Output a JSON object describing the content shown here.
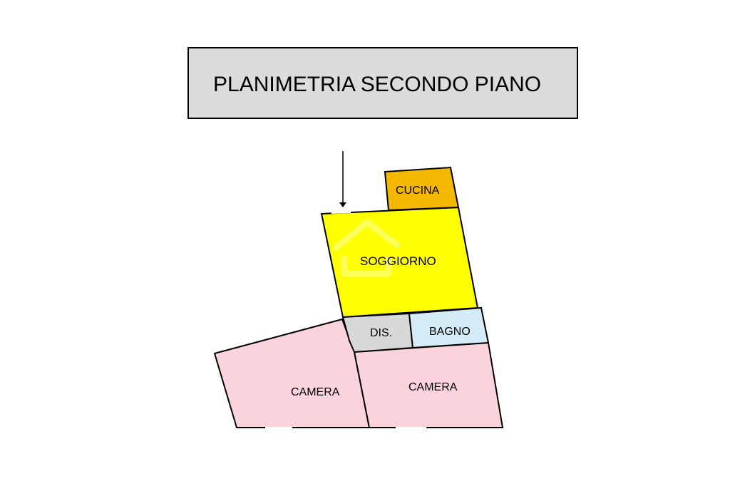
{
  "title": "PLANIMETRIA SECONDO PIANO",
  "rooms": {
    "cucina": {
      "label": "CUCINA",
      "color": "#f5b800"
    },
    "soggiorno": {
      "label": "SOGGIORNO",
      "color": "#ffff00"
    },
    "dis": {
      "label": "DIS.",
      "color": "#d8d8d8"
    },
    "bagno": {
      "label": "BAGNO",
      "color": "#d4ecf8"
    },
    "camera_left": {
      "label": "CAMERA",
      "color": "#fbd3dc"
    },
    "camera_right": {
      "label": "CAMERA",
      "color": "#fbd3dc"
    }
  },
  "icons": {
    "entrance": "entrance-arrow-icon",
    "watermark": "house-watermark-icon"
  }
}
